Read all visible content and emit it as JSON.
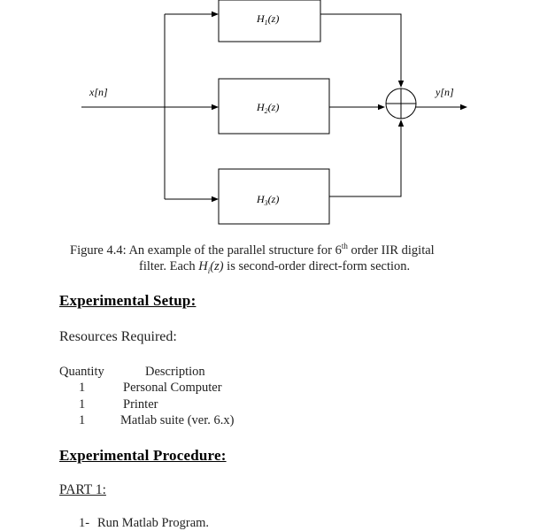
{
  "diagram": {
    "input_label": "x[n]",
    "output_label": "y[n]",
    "blocks": [
      {
        "base": "H",
        "sub": "1",
        "arg": "(z)"
      },
      {
        "base": "H",
        "sub": "2",
        "arg": "(z)"
      },
      {
        "base": "H",
        "sub": "3",
        "arg": "(z)"
      }
    ],
    "summer_symbol": "+"
  },
  "caption": {
    "line1_pre": "Figure 4.4: An example of the parallel structure for 6",
    "line1_sup": "th",
    "line1_post": " order IIR digital",
    "line2_pre": "filter. Each ",
    "line2_H": "H",
    "line2_sub": "i",
    "line2_arg": "(z)",
    "line2_post": " is second-order direct-form section."
  },
  "setup": {
    "heading": "Experimental Setup:",
    "resources_label": "Resources Required:",
    "table": {
      "col_quantity": "Quantity",
      "col_description": "Description",
      "rows": [
        {
          "qty": "1",
          "desc": "Personal Computer"
        },
        {
          "qty": "1",
          "desc": "Printer"
        },
        {
          "qty": "1",
          "desc": "Matlab suite (ver. 6.x)"
        }
      ]
    }
  },
  "procedure": {
    "heading": "Experimental Procedure:",
    "part_label": "PART 1:",
    "steps": [
      {
        "num": "1-",
        "text": "Run Matlab Program."
      }
    ]
  }
}
